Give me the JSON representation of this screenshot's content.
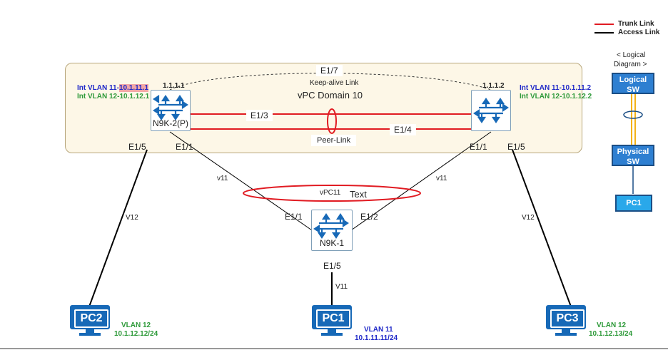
{
  "legend": {
    "trunk": {
      "label": "Trunk Link",
      "color": "#e11b22"
    },
    "access": {
      "label": "Access Link",
      "color": "#000000"
    }
  },
  "logical_diagram": {
    "title_line1": "< Logical",
    "title_line2": "Diagram >",
    "logical_line1": "Logical",
    "logical_line2": "SW",
    "physical_line1": "Physical",
    "physical_line2": "SW",
    "pc": "PC1"
  },
  "vpc_domain": {
    "title": "vPC Domain 10",
    "keepalive_port": "E1/7",
    "keepalive_label": "Keep-alive Link",
    "peer_link_label": "Peer-Link",
    "peer_port_left": "E1/3",
    "peer_port_right": "E1/4"
  },
  "switch_left": {
    "name": "N9K-2(P)",
    "id": "1.1.1.1",
    "vlan11_prefix": "Int VLAN 11-",
    "vlan11_ip": "10.1.11.1",
    "vlan12": "Int VLAN 12-10.1.12.1",
    "port_pc": "E1/5",
    "port_down": "E1/1",
    "vlan_pc": "V12",
    "vlan_down": "v11"
  },
  "switch_right": {
    "id": "1.1.1.2",
    "vlan11": "Int VLAN 11-10.1.11.2",
    "vlan12": "Int VLAN 12-10.1.12.2",
    "port_down": "E1/1",
    "port_pc": "E1/5",
    "vlan_pc": "V12",
    "vlan_down": "v11"
  },
  "switch_bottom": {
    "name": "N9K-1",
    "port_left": "E1/1",
    "port_right": "E1/2",
    "port_pc": "E1/5",
    "vlan_pc": "V11"
  },
  "vpc_label": "vPC11",
  "text_label": "Text",
  "pcs": [
    {
      "name": "PC2",
      "vlan": "VLAN 12",
      "ip": "10.1.12.12/24"
    },
    {
      "name": "PC1",
      "vlan": "VLAN 11",
      "ip": "10.1.11.11/24"
    },
    {
      "name": "PC3",
      "vlan": "VLAN 12",
      "ip": "10.1.12.13/24"
    }
  ],
  "colors": {
    "trunk": "#e11b22",
    "domain_bg": "#fdf7e7",
    "pc_blue": "#1769b7",
    "vlan11": "#1f28c8",
    "vlan12": "#2e9a3a",
    "highlight": "#f2a7a7"
  }
}
